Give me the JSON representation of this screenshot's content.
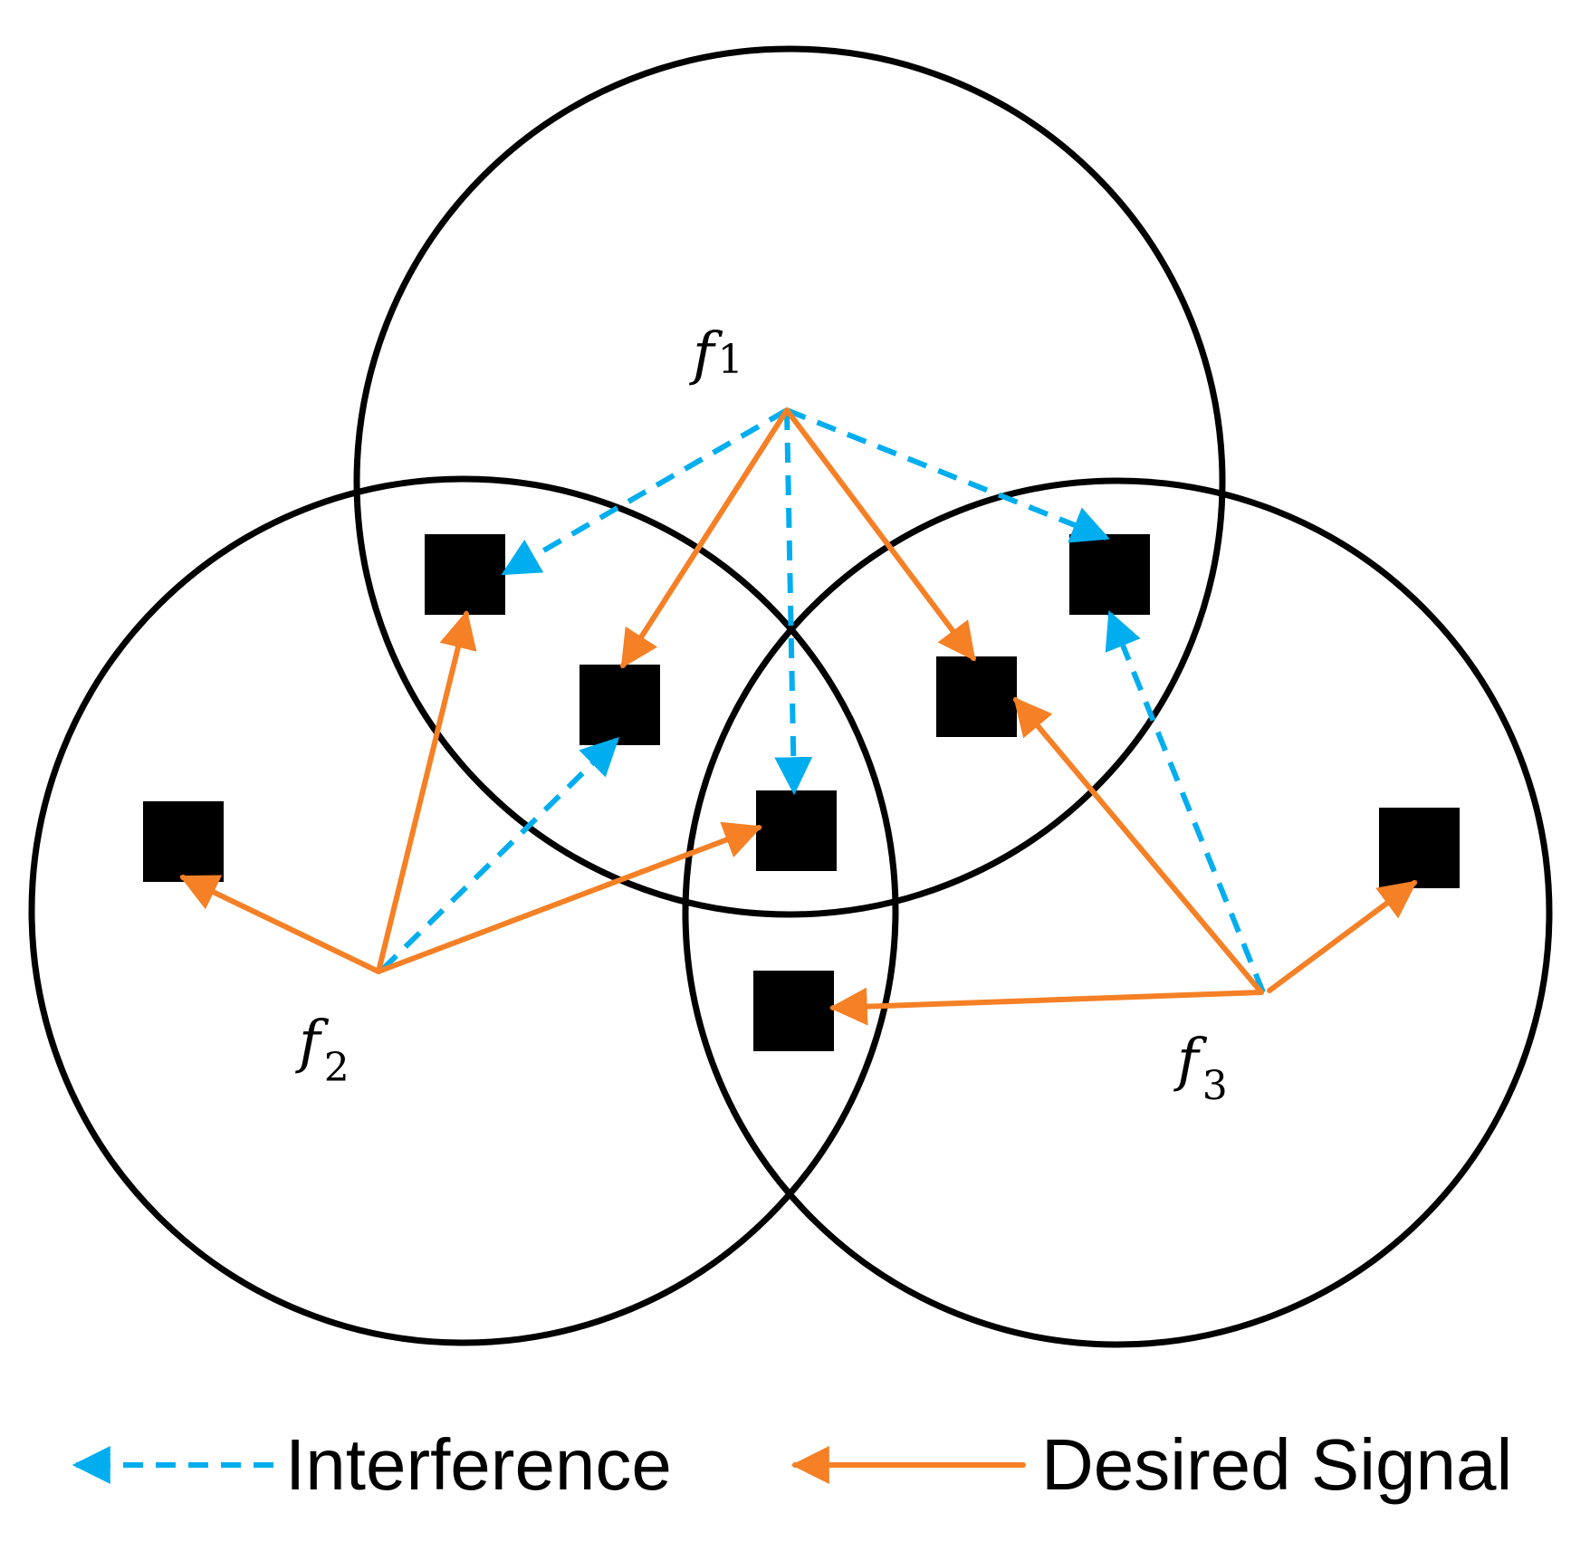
{
  "colors": {
    "interference": "#00AEEF",
    "desired_signal": "#F58025",
    "cell_border": "#000000",
    "device": "#000000"
  },
  "base_stations": [
    {
      "id": "f1",
      "letter": "f",
      "subscript": "1"
    },
    {
      "id": "f2",
      "letter": "f",
      "subscript": "2"
    },
    {
      "id": "f3",
      "letter": "f",
      "subscript": "3"
    }
  ],
  "legend": {
    "interference_label": "Interference",
    "desired_signal_label": "Desired Signal"
  }
}
